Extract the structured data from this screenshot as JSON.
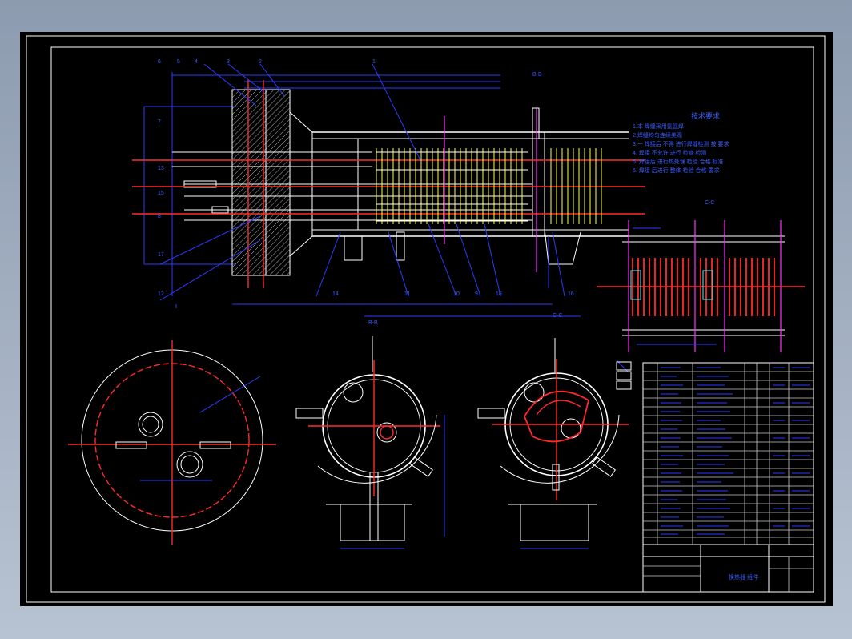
{
  "section_labels": {
    "sec_bb": "B-B",
    "sec_cc": "C-C",
    "sec_bb_view": "B-B",
    "sec_cc_view": "C-C"
  },
  "notes": {
    "title": "技术要求",
    "lines": [
      "1.本   焊缝采用氩弧焊",
      "2.焊缝均匀连续美观",
      "3.一   焊接后   不得   进行焊缝检测   按   要求",
      "4.   焊接   不允许   进行   检查   检测",
      "5.  焊接后   进行热处理   检验   合格   标准",
      "6.  焊接   后进行   整体   检验   合格   要求"
    ]
  },
  "callouts": [
    "6",
    "5",
    "4",
    "3",
    "2",
    "1",
    "7",
    "13",
    "15",
    "8",
    "17",
    "12",
    "14",
    "11",
    "10",
    "9",
    "18",
    "16"
  ],
  "titleblock": {
    "name": "换热器 组件"
  },
  "colors": {
    "background": "#000000",
    "frame": "#ffffff",
    "dimension": "#2a3cff",
    "centerline": "#ff2a2a",
    "tube": "#ffff40",
    "accent": "#ff30ff"
  }
}
